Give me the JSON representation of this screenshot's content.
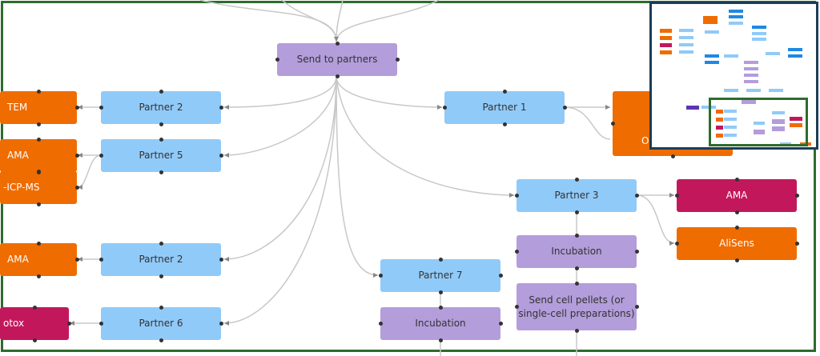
{
  "colors": {
    "frame_border": "#2e6b2e",
    "minimap_border": "#1c3d57",
    "process_node": "#b39ddb",
    "partner_node": "#90caf9",
    "assay_orange": "#ef6c00",
    "assay_magenta": "#c2185b",
    "edge": "#c8c8c8"
  },
  "nodes": {
    "send_to_partners": "Send to partners",
    "partner_2_top": "Partner 2",
    "partner_1": "Partner 1",
    "partner_5": "Partner 5",
    "partner_3": "Partner 3",
    "partner_2_bottom": "Partner 2",
    "partner_7": "Partner 7",
    "partner_6": "Partner 6",
    "incubation_right": "Incubation",
    "incubation_left": "Incubation",
    "send_cell_pellets_line1": "Send cell pellets (or",
    "send_cell_pellets_line2": "single-cell preparations)",
    "tem": "TEM",
    "ama_left_top": "AMA",
    "icp_ms": "-ICP-MS",
    "ama_left_bottom": "AMA",
    "otox": "otox",
    "ama_right": "AMA",
    "alisens": "AliSens",
    "partial_orange_right": "O"
  },
  "minimap": {
    "label": "overview-minimap"
  }
}
